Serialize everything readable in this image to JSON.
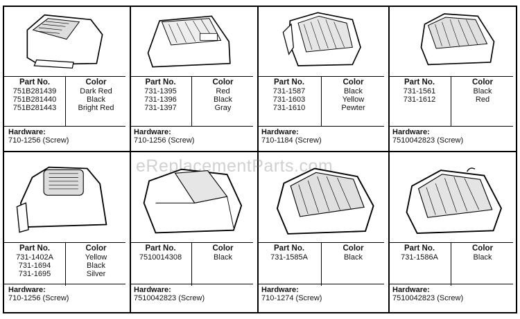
{
  "watermark": "eReplacementParts.com",
  "labels": {
    "part_no": "Part No.",
    "color": "Color",
    "hardware": "Hardware:"
  },
  "parts": [
    {
      "part_nos": [
        "751B281439",
        "751B281440",
        "751B281443"
      ],
      "colors": [
        "Dark Red",
        "Black",
        "Bright Red"
      ],
      "hardware": "710-1256 (Screw)"
    },
    {
      "part_nos": [
        "731-1395",
        "731-1396",
        "731-1397"
      ],
      "colors": [
        "Red",
        "Black",
        "Gray"
      ],
      "hardware": "710-1256 (Screw)"
    },
    {
      "part_nos": [
        "731-1587",
        "731-1603",
        "731-1610"
      ],
      "colors": [
        "Black",
        "Yellow",
        "Pewter"
      ],
      "hardware": "710-1184 (Screw)"
    },
    {
      "part_nos": [
        "731-1561",
        "731-1612"
      ],
      "colors": [
        "Black",
        "Red"
      ],
      "hardware": "7510042823 (Screw)"
    },
    {
      "part_nos": [
        "731-1402A",
        "731-1694",
        "731-1695"
      ],
      "colors": [
        "Yellow",
        "Black",
        "Silver"
      ],
      "hardware": "710-1256 (Screw)"
    },
    {
      "part_nos": [
        "7510014308"
      ],
      "colors": [
        "Black"
      ],
      "hardware": "7510042823 (Screw)"
    },
    {
      "part_nos": [
        "731-1585A"
      ],
      "colors": [
        "Black"
      ],
      "hardware": "710-1274 (Screw)"
    },
    {
      "part_nos": [
        "731-1586A"
      ],
      "colors": [
        "Black"
      ],
      "hardware": "7510042823 (Screw)"
    }
  ]
}
